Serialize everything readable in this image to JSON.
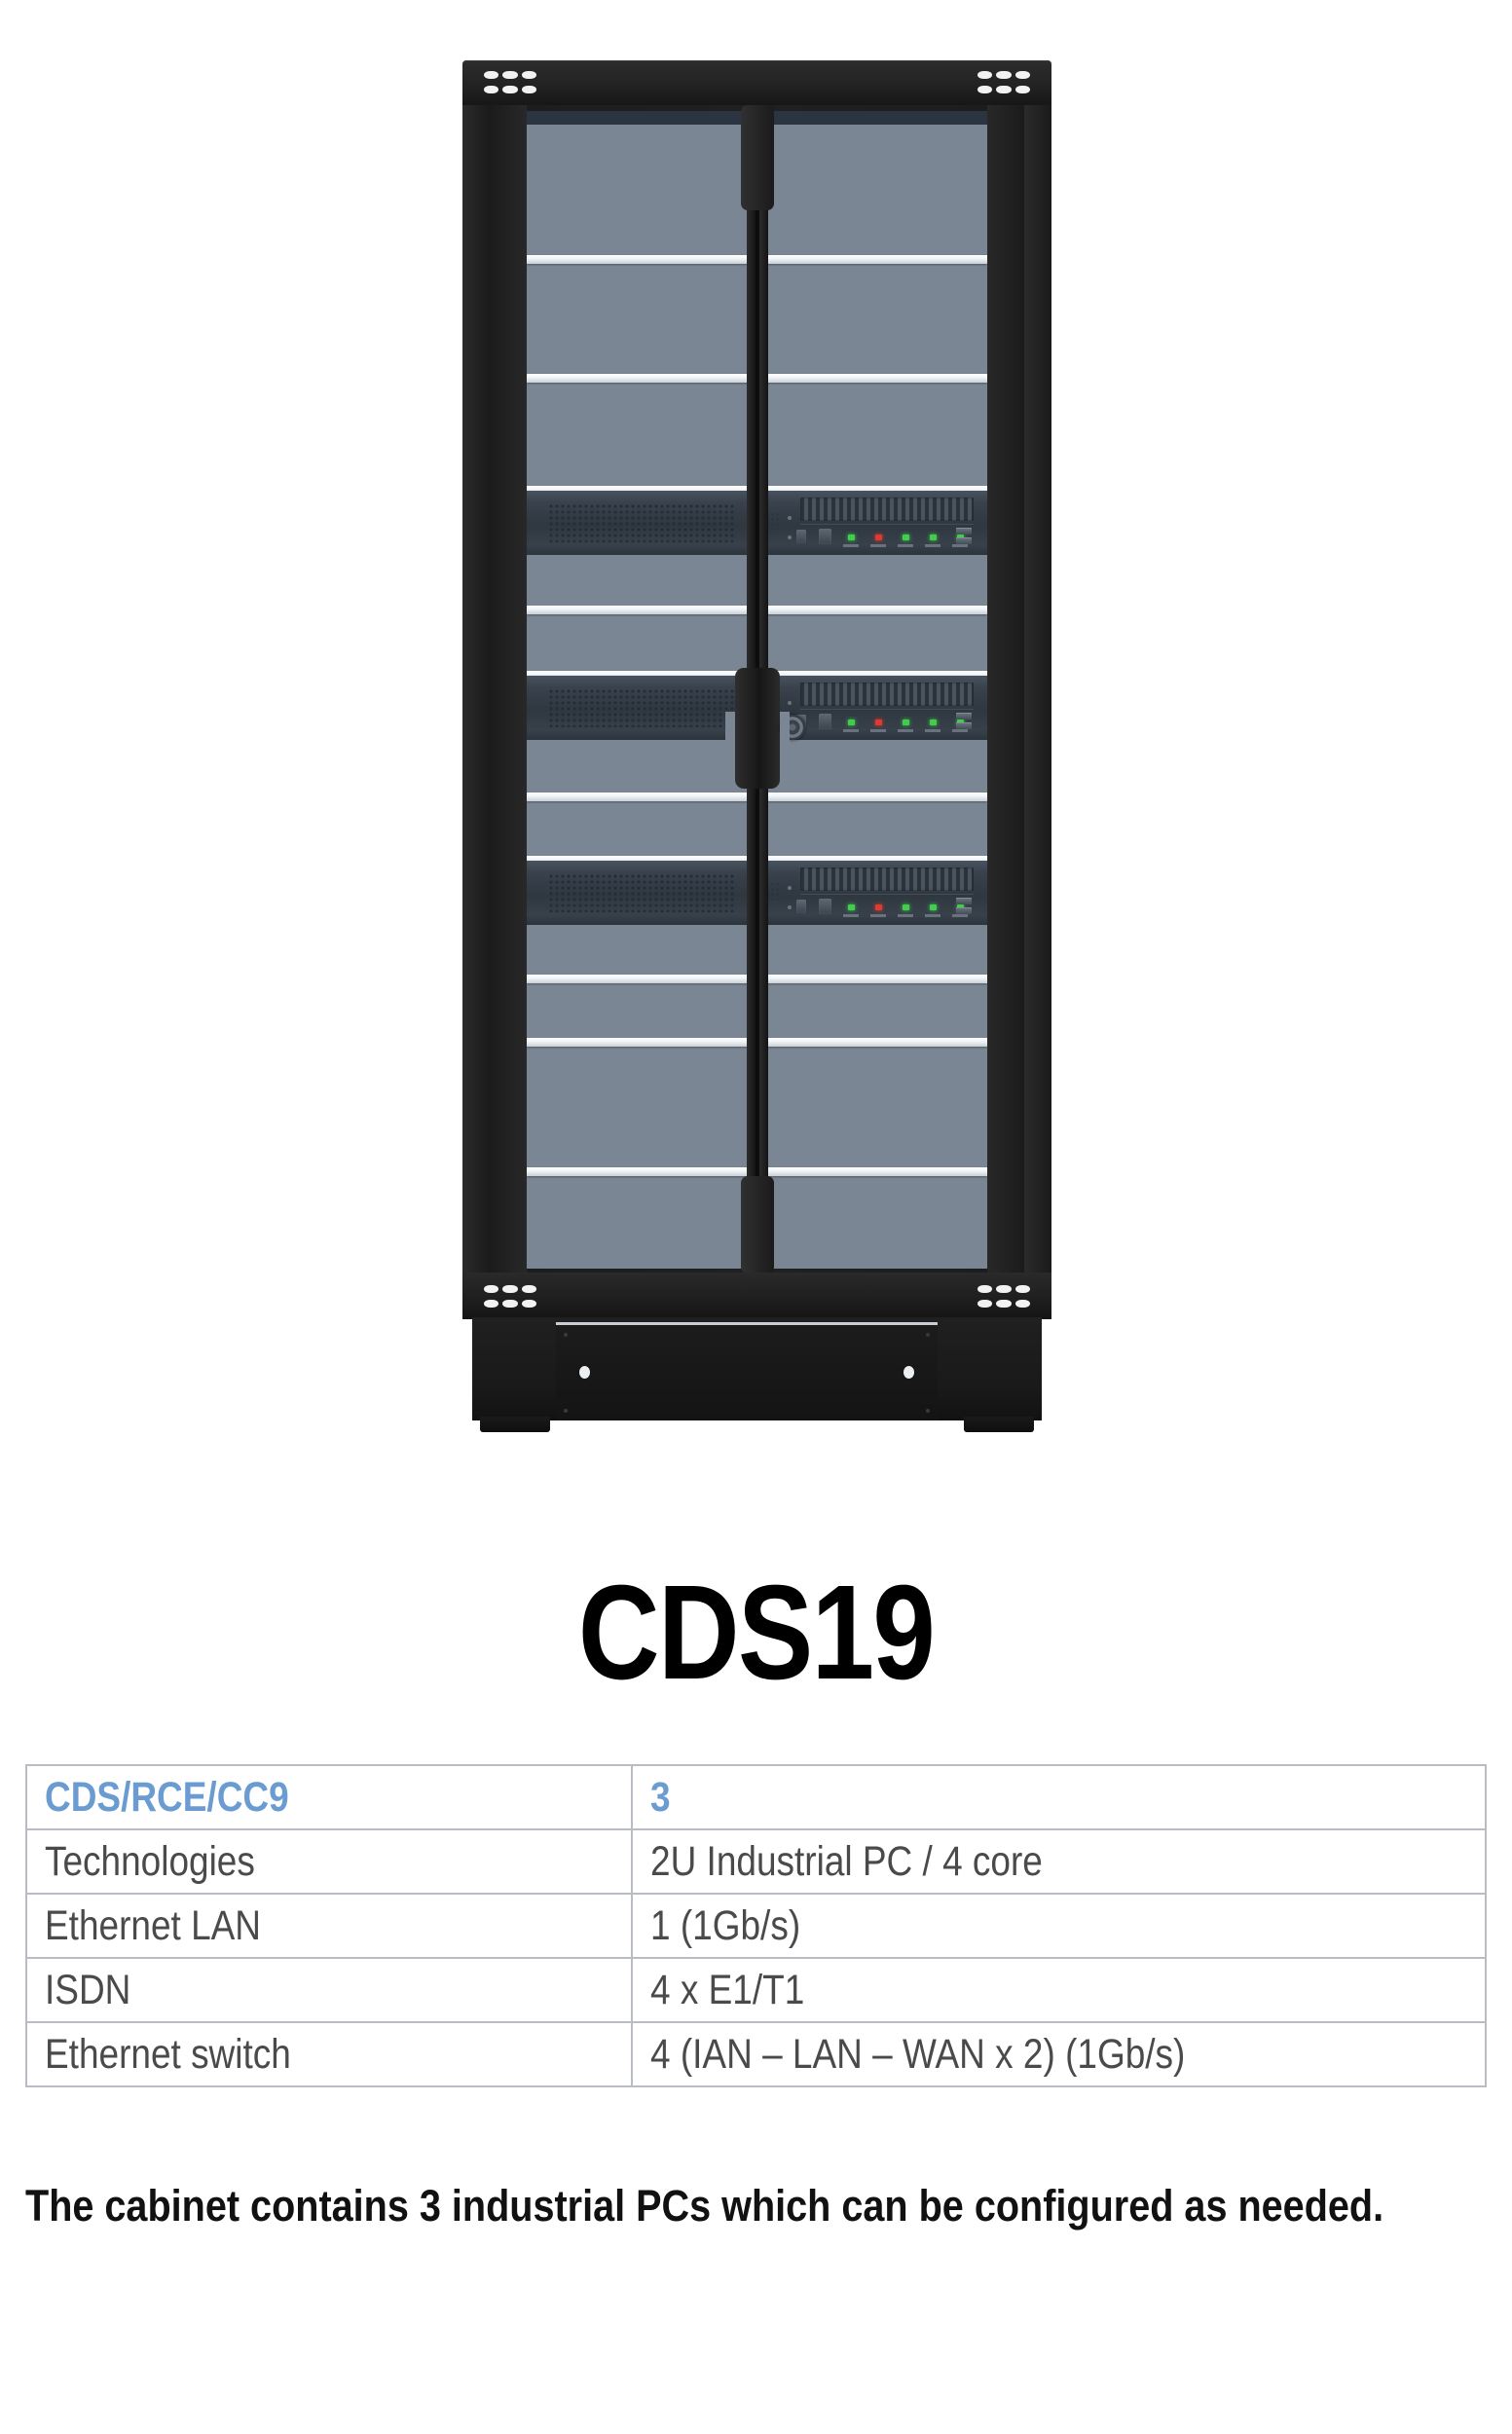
{
  "product": {
    "model_title": "CDS19",
    "image_alt": "19-inch server rack cabinet with glass doors containing 3 rack-mounted industrial PCs",
    "rack": {
      "server_count": 3,
      "led_colors": [
        "#3fcf4a",
        "#e03a2f",
        "#3fcf4a",
        "#3fcf4a",
        "#3fcf4a"
      ],
      "glass_color": "#7b8694",
      "frame_color": "#1d1d1d",
      "shelf_rail_color": "#ffffff",
      "accent_screw_color": "#eceff1"
    }
  },
  "spec_table": {
    "header": {
      "label": "CDS/RCE/CC9",
      "value": "3"
    },
    "rows": [
      {
        "label": "Technologies",
        "value": "2U Industrial PC / 4 core"
      },
      {
        "label": "Ethernet LAN",
        "value": "1 (1Gb/s)"
      },
      {
        "label": "ISDN",
        "value": "4 x E1/T1"
      },
      {
        "label": "Ethernet switch",
        "value": "4 (IAN – LAN – WAN x 2) (1Gb/s)"
      }
    ]
  },
  "footnote": {
    "text": "The cabinet contains 3 industrial PCs which can be configured as needed."
  },
  "colors": {
    "header_blue": "#6a9bd1",
    "body_text": "#4a4a4a",
    "title_black": "#000000",
    "table_border": "#b9bcc2"
  }
}
